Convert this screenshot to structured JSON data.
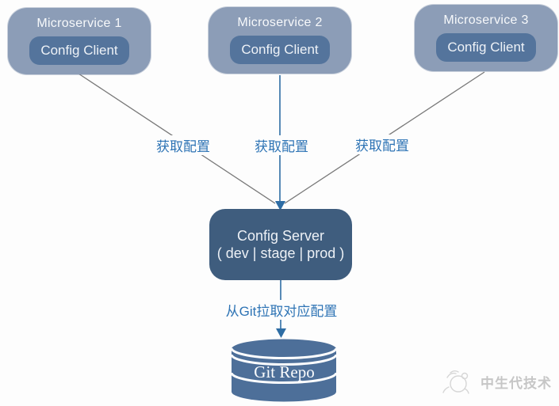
{
  "diagram": {
    "microservices": [
      {
        "title": "Microservice 1",
        "client": "Config Client"
      },
      {
        "title": "Microservice 2",
        "client": "Config Client"
      },
      {
        "title": "Microservice 3",
        "client": "Config Client"
      }
    ],
    "fetch_labels": [
      "获取配置",
      "获取配置",
      "获取配置"
    ],
    "server": {
      "title": "Config Server",
      "subtitle": "( dev | stage | prod )"
    },
    "git_label": "从Git拉取对应配置",
    "repo": {
      "title": "Git Repo"
    }
  },
  "watermark": {
    "text": "中生代技术"
  },
  "colors": {
    "outer_box": "#8c9db7",
    "inner_box": "#54749c",
    "server_box": "#3f5d7e",
    "cylinder": "#4d6f99",
    "label_blue": "#2e74b5",
    "line_gray": "#787878",
    "line_blue": "#2e6da4",
    "watermark_gray": "#c6c6c6"
  }
}
